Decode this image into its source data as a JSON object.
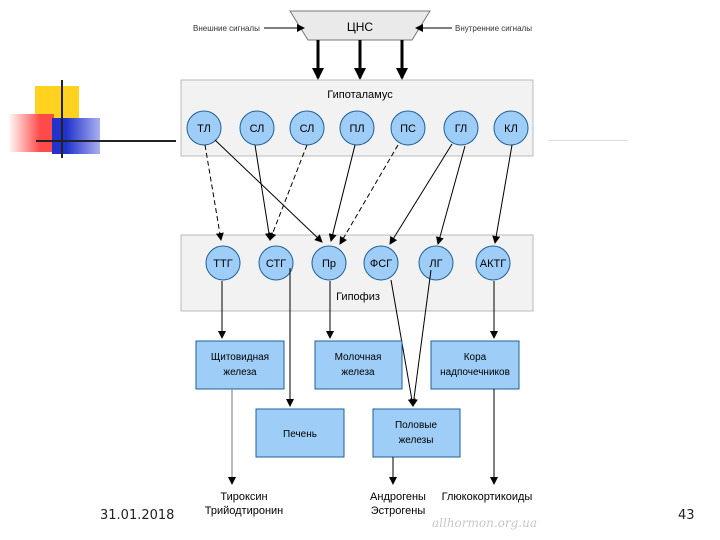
{
  "cns": {
    "label": "ЦНС",
    "input_left": "Внешние сигналы",
    "input_right": "Внутренние сигналы"
  },
  "hypothalamus": {
    "label": "Гипоталамус",
    "nodes": [
      "ТЛ",
      "СЛ",
      "СЛ",
      "ПЛ",
      "ПС",
      "ГЛ",
      "КЛ"
    ]
  },
  "pituitary": {
    "label": "Гипофиз",
    "nodes": [
      "ТТГ",
      "СТГ",
      "Пр",
      "ФСГ",
      "ЛГ",
      "АКТГ"
    ]
  },
  "glands": {
    "thyroid": "Щитовидная железа",
    "mammary": "Молочная железа",
    "adrenal": "Кора надпочечников",
    "liver": "Печень",
    "gonads": "Половые железы"
  },
  "outputs": {
    "thyroid_1": "Тироксин",
    "thyroid_2": "Трийодтиронин",
    "gonads_1": "Андрогены",
    "gonads_2": "Эстрогены",
    "adrenal": "Глюкокортикоиды"
  },
  "footer": {
    "date": "31.01.2018",
    "page": "43",
    "watermark": "allhormon.org.ua"
  },
  "colors": {
    "node_fill": "#9ecdf7",
    "node_stroke": "#1f5f96",
    "panel_fill": "#f2f2f2",
    "panel_stroke": "#bbbbbb",
    "line": "#000000",
    "deco_yellow": "#ffd700",
    "deco_red": "#ff3333",
    "deco_blue": "#2233cc"
  }
}
